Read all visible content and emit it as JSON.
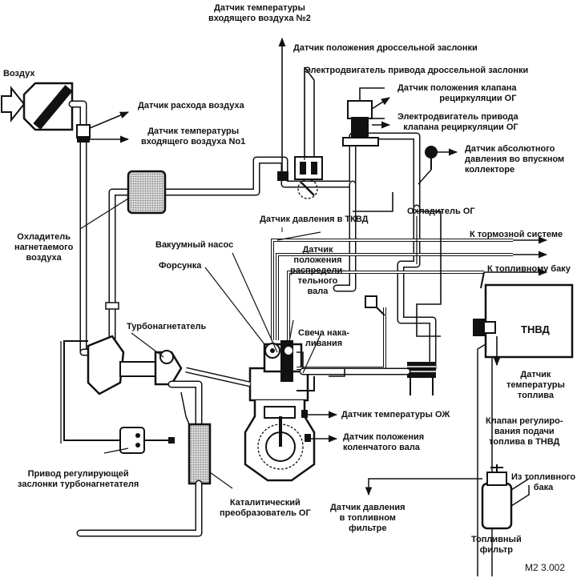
{
  "labels": {
    "air": "Воздух",
    "intake_temp2": "Датчик температуры\nвходящего воздуха №2",
    "throttle_pos": "Датчик положения дроссельной заслонки",
    "throttle_motor": "Электродвигатель привода дроссельной заслонки",
    "egr_pos": "Датчик положения клапана\nрециркуляции ОГ",
    "egr_motor": "Электродвигатель привода\nклапана рециркуляции ОГ",
    "map_sensor": "Датчик абсолютного\nдавления во впускном\nколлекторе",
    "air_flow": "Датчик расхода воздуха",
    "intake_temp1": "Датчик температуры\nвходящего воздуха No1",
    "intercooler": "Охладитель\nнагнетаемого\nвоздуха",
    "rail_pressure": "Датчик давления в ТКВД",
    "egr_cooler": "Охладитель ОГ",
    "to_brakes": "К тормозной системе",
    "to_tank": "К топливному баку",
    "vacuum_pump": "Вакуумный насос",
    "injector": "Форсунка",
    "cam_pos": "Датчик\nположения\nраспредели-\nтельного\nвала",
    "glow_plug": "Свеча нака-\nливания",
    "turbo": "Турбонагнетатель",
    "hp_pump": "ТНВД",
    "fuel_temp": "Датчик\nтемпературы\nтоплива",
    "fuel_valve": "Клапан регулиро-\nвания подачи\nтоплива в ТНВД",
    "coolant_temp": "Датчик температуры ОЖ",
    "crank_pos": "Датчик положения\nколенчатого вала",
    "turbo_actuator": "Привод регулирующей\nзаслонки турбонагнетателя",
    "catalyst": "Каталитический\nпреобразователь ОГ",
    "fuel_filter_pressure": "Датчик давления\nв топливном\nфильтре",
    "from_tank": "Из топливного\nбака",
    "fuel_filter": "Топливный\nфильтр",
    "figure_code": "M2 3.002"
  }
}
